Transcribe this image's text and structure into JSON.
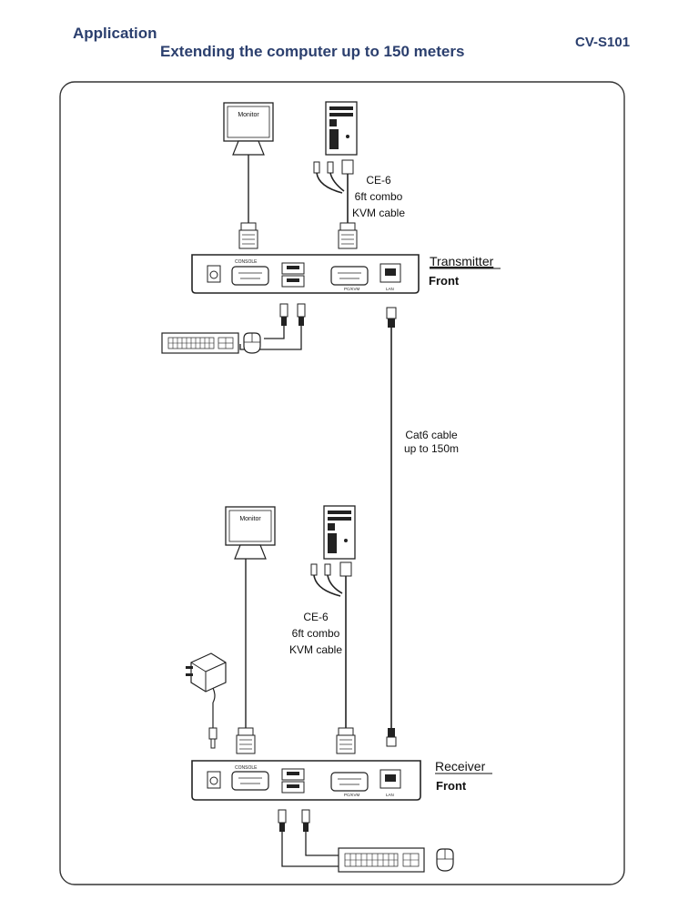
{
  "header": {
    "title": "Application",
    "subtitle": "Extending the computer up to 150 meters",
    "model": "CV-S101"
  },
  "diagram": {
    "monitor_label": "Monitor",
    "transmitter": {
      "name": "Transmitter",
      "side": "Front",
      "cable_lines": [
        "CE-6",
        "6ft combo",
        "KVM cable"
      ],
      "console_port": "CONSOLE",
      "pc_port": "PC/KVM",
      "lan_port": "LAN"
    },
    "link_cable_lines": [
      "Cat6 cable",
      "up to 150m"
    ],
    "receiver": {
      "name": "Receiver",
      "side": "Front",
      "cable_lines": [
        "CE-6",
        "6ft combo",
        "KVM cable"
      ],
      "console_port": "CONSOLE",
      "pc_port": "PC/KVM",
      "lan_port": "LAN"
    }
  }
}
